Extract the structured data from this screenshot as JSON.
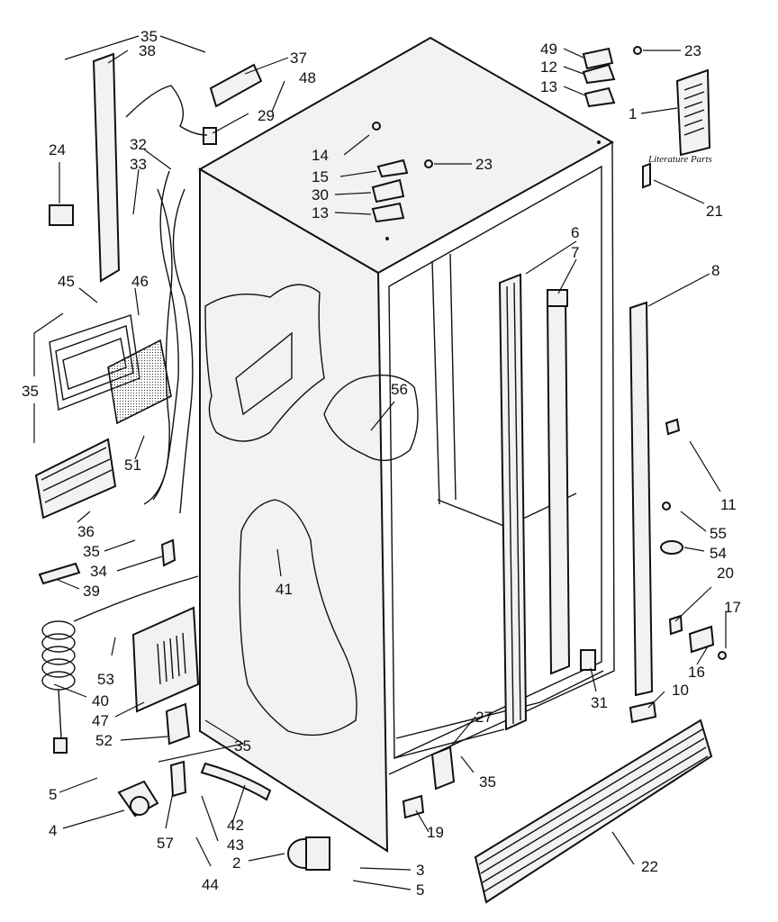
{
  "diagram": {
    "literature_label": "Literature Parts",
    "callouts": [
      {
        "id": "35-top",
        "text": "35"
      },
      {
        "id": "38",
        "text": "38"
      },
      {
        "id": "37",
        "text": "37"
      },
      {
        "id": "48",
        "text": "48"
      },
      {
        "id": "29",
        "text": "29"
      },
      {
        "id": "24",
        "text": "24"
      },
      {
        "id": "32",
        "text": "32"
      },
      {
        "id": "33",
        "text": "33"
      },
      {
        "id": "14",
        "text": "14"
      },
      {
        "id": "15",
        "text": "15"
      },
      {
        "id": "30",
        "text": "30"
      },
      {
        "id": "13-mid",
        "text": "13"
      },
      {
        "id": "23-mid",
        "text": "23"
      },
      {
        "id": "49",
        "text": "49"
      },
      {
        "id": "12",
        "text": "12"
      },
      {
        "id": "13-top",
        "text": "13"
      },
      {
        "id": "23-top",
        "text": "23"
      },
      {
        "id": "1",
        "text": "1"
      },
      {
        "id": "21",
        "text": "21"
      },
      {
        "id": "6",
        "text": "6"
      },
      {
        "id": "7",
        "text": "7"
      },
      {
        "id": "8",
        "text": "8"
      },
      {
        "id": "45",
        "text": "45"
      },
      {
        "id": "46",
        "text": "46"
      },
      {
        "id": "35-left",
        "text": "35"
      },
      {
        "id": "51",
        "text": "51"
      },
      {
        "id": "56",
        "text": "56"
      },
      {
        "id": "36",
        "text": "36"
      },
      {
        "id": "35-mid",
        "text": "35"
      },
      {
        "id": "34",
        "text": "34"
      },
      {
        "id": "39",
        "text": "39"
      },
      {
        "id": "41",
        "text": "41"
      },
      {
        "id": "11",
        "text": "11"
      },
      {
        "id": "55",
        "text": "55"
      },
      {
        "id": "54",
        "text": "54"
      },
      {
        "id": "20",
        "text": "20"
      },
      {
        "id": "17",
        "text": "17"
      },
      {
        "id": "16",
        "text": "16"
      },
      {
        "id": "53",
        "text": "53"
      },
      {
        "id": "40",
        "text": "40"
      },
      {
        "id": "47",
        "text": "47"
      },
      {
        "id": "52",
        "text": "52"
      },
      {
        "id": "35-low",
        "text": "35"
      },
      {
        "id": "31",
        "text": "31"
      },
      {
        "id": "10",
        "text": "10"
      },
      {
        "id": "27",
        "text": "27"
      },
      {
        "id": "35-right",
        "text": "35"
      },
      {
        "id": "5-left",
        "text": "5"
      },
      {
        "id": "4",
        "text": "4"
      },
      {
        "id": "57",
        "text": "57"
      },
      {
        "id": "42",
        "text": "42"
      },
      {
        "id": "43",
        "text": "43"
      },
      {
        "id": "19",
        "text": "19"
      },
      {
        "id": "22",
        "text": "22"
      },
      {
        "id": "2",
        "text": "2"
      },
      {
        "id": "44",
        "text": "44"
      },
      {
        "id": "3",
        "text": "3"
      },
      {
        "id": "5-bottom",
        "text": "5"
      }
    ]
  }
}
